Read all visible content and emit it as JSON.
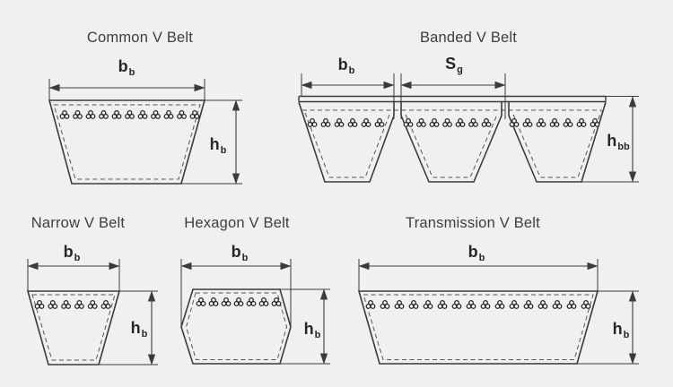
{
  "background": "#f0f0ef",
  "colors": {
    "line": "#3b3b3b",
    "text": "#3d3d3d",
    "label": "#262626"
  },
  "icons": {
    "cord": "cord-cross-section-icon"
  },
  "figures": {
    "common": {
      "title": "Common V Belt",
      "width_label": {
        "base": "b",
        "sub": "b"
      },
      "height_label": {
        "base": "h",
        "sub": "b"
      }
    },
    "banded": {
      "title": "Banded V Belt",
      "width_label": {
        "base": "b",
        "sub": "b"
      },
      "spacing_label": {
        "base": "S",
        "sub": "g"
      },
      "height_label": {
        "base": "h",
        "sub": "bb"
      }
    },
    "narrow": {
      "title": "Narrow V Belt",
      "width_label": {
        "base": "b",
        "sub": "b"
      },
      "height_label": {
        "base": "h",
        "sub": "b"
      }
    },
    "hexagon": {
      "title": "Hexagon V Belt",
      "width_label": {
        "base": "b",
        "sub": "b"
      },
      "height_label": {
        "base": "h",
        "sub": "b"
      }
    },
    "transmission": {
      "title": "Transmission V Belt",
      "width_label": {
        "base": "b",
        "sub": "b"
      },
      "height_label": {
        "base": "h",
        "sub": "b"
      }
    }
  }
}
